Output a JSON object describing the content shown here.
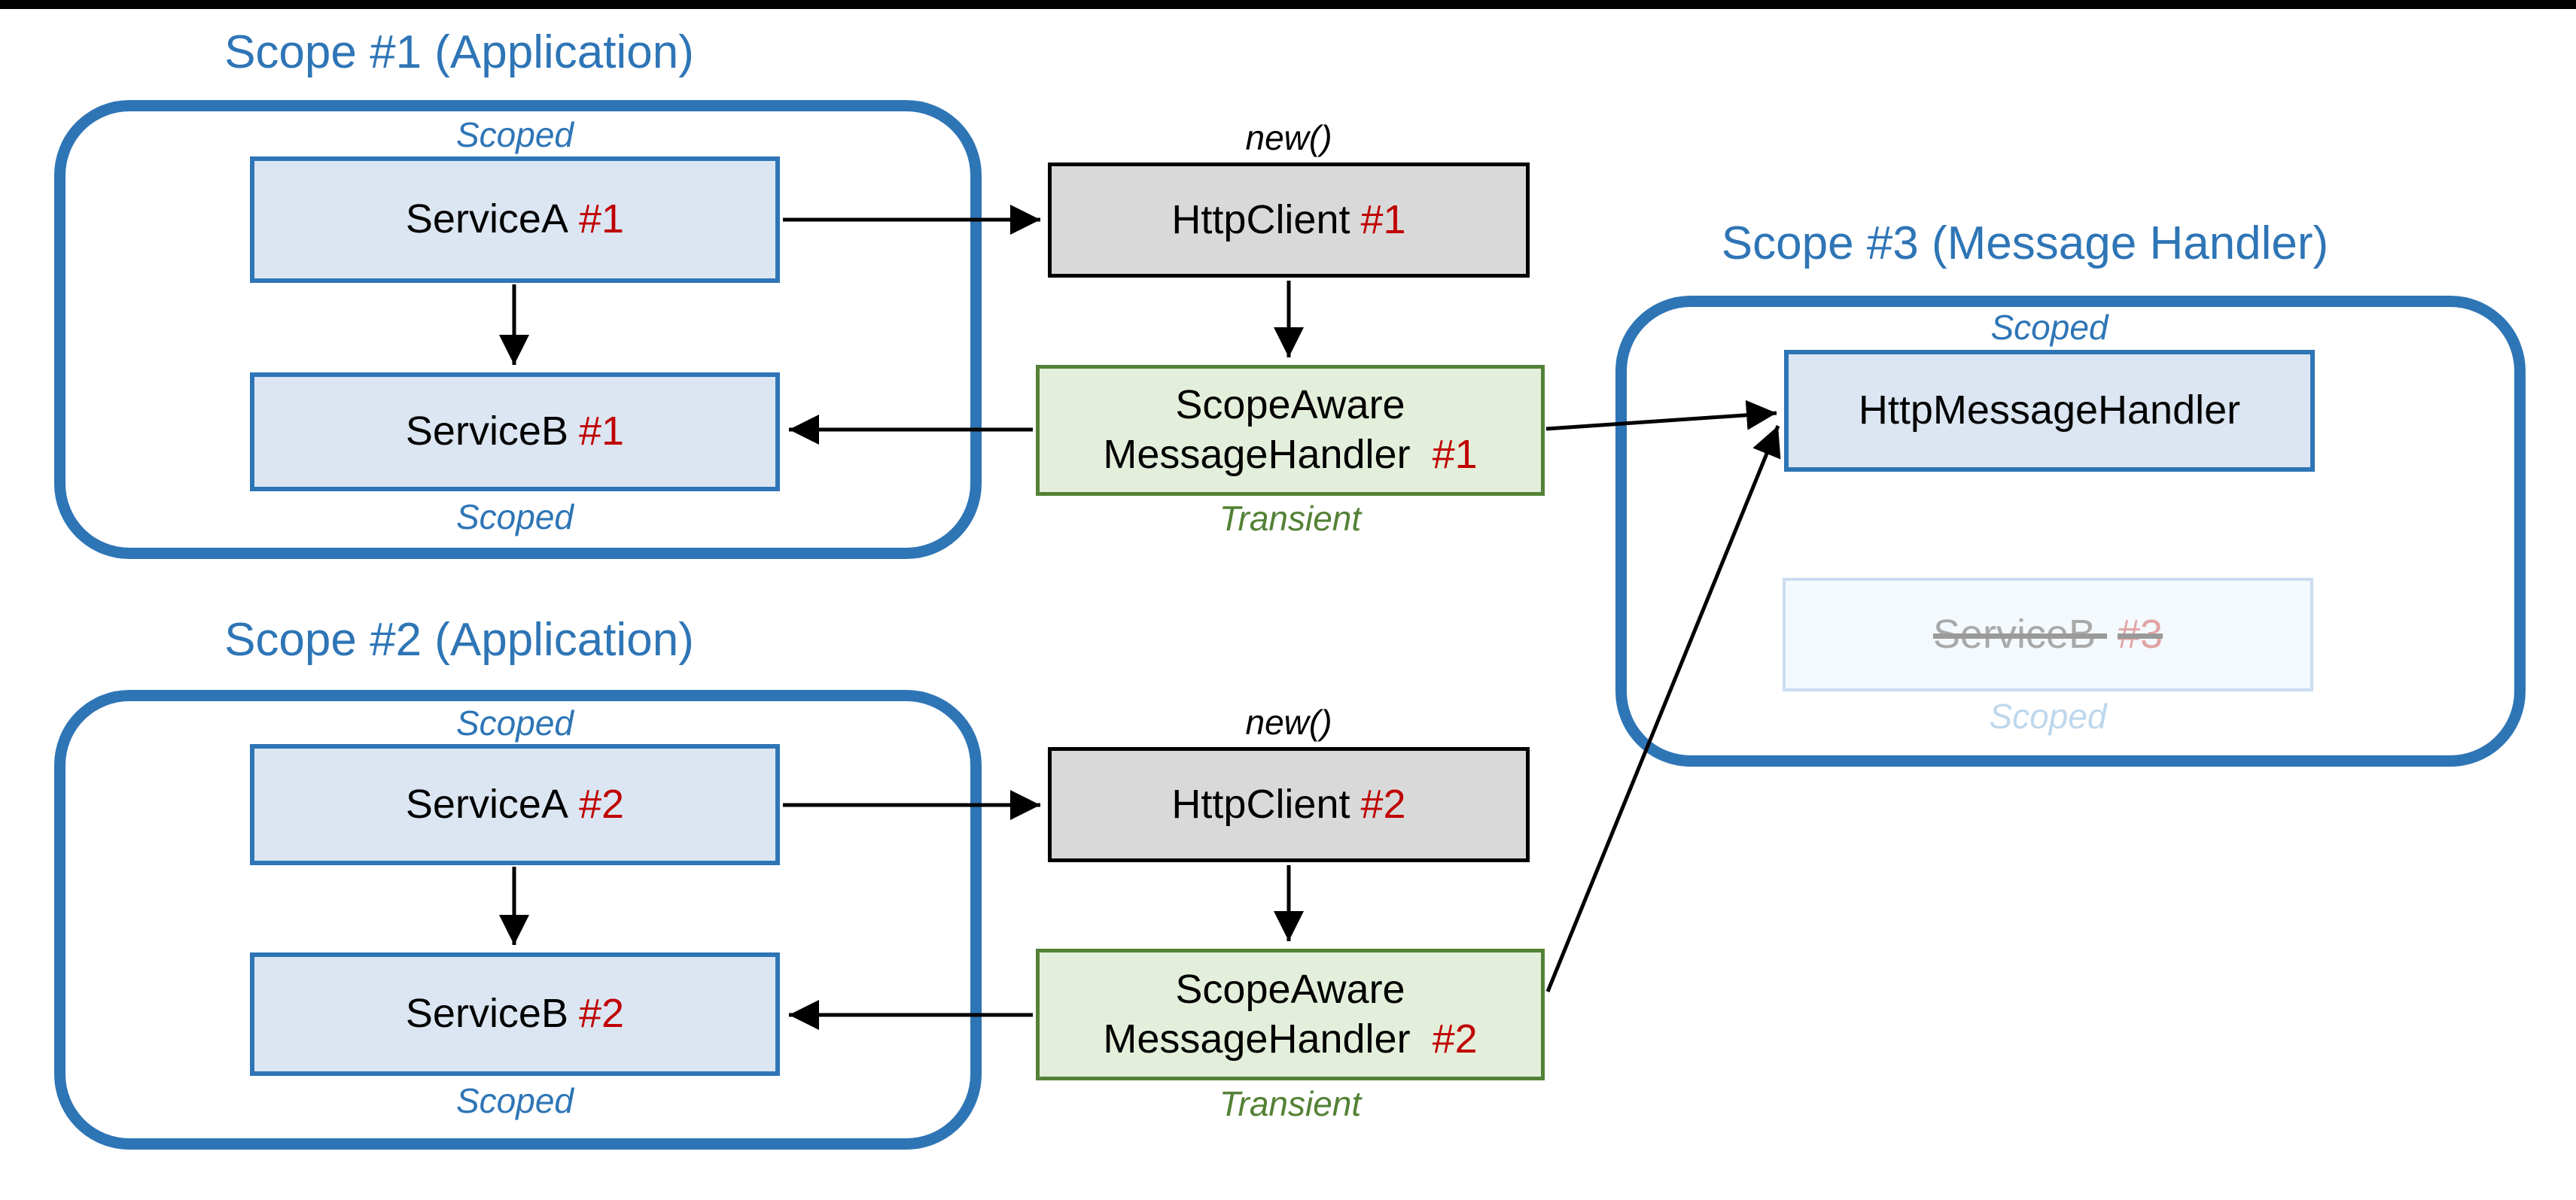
{
  "colors": {
    "scope_blue": "#2e75b6",
    "box_blue_fill": "#dbe6f2",
    "gray_fill": "#d9d9d9",
    "green_fill": "#e3efda",
    "green_border": "#538135",
    "red": "#c00000",
    "arrow_black": "#000000",
    "faded_fill": "#f4f9fd",
    "faded_border": "#c9ddf0",
    "faded_text": "#a9a9a9",
    "faded_red": "#e2a3a3",
    "faded_blue": "#bed7ec"
  },
  "scope1": {
    "title": "Scope #1 (Application)",
    "scoped_top": "Scoped",
    "scoped_bottom": "Scoped",
    "service_a": {
      "name": "ServiceA",
      "instance": "#1"
    },
    "service_b": {
      "name": "ServiceB",
      "instance": "#1"
    }
  },
  "scope2": {
    "title": "Scope #2 (Application)",
    "scoped_top": "Scoped",
    "scoped_bottom": "Scoped",
    "service_a": {
      "name": "ServiceA",
      "instance": "#2"
    },
    "service_b": {
      "name": "ServiceB",
      "instance": "#2"
    }
  },
  "scope3": {
    "title": "Scope #3 (Message Handler)",
    "scoped_top": "Scoped",
    "message_handler": "HttpMessageHandler",
    "service_b_disposed": {
      "name": "ServiceB",
      "instance": "#3"
    },
    "scoped_disposed": "Scoped"
  },
  "pipeline1": {
    "new_label": "new()",
    "http_client": {
      "name": "HttpClient",
      "instance": "#1"
    },
    "handler": {
      "line1": "ScopeAware",
      "line2": "MessageHandler",
      "instance": "#1"
    },
    "transient": "Transient"
  },
  "pipeline2": {
    "new_label": "new()",
    "http_client": {
      "name": "HttpClient",
      "instance": "#2"
    },
    "handler": {
      "line1": "ScopeAware",
      "line2": "MessageHandler",
      "instance": "#2"
    },
    "transient": "Transient"
  }
}
